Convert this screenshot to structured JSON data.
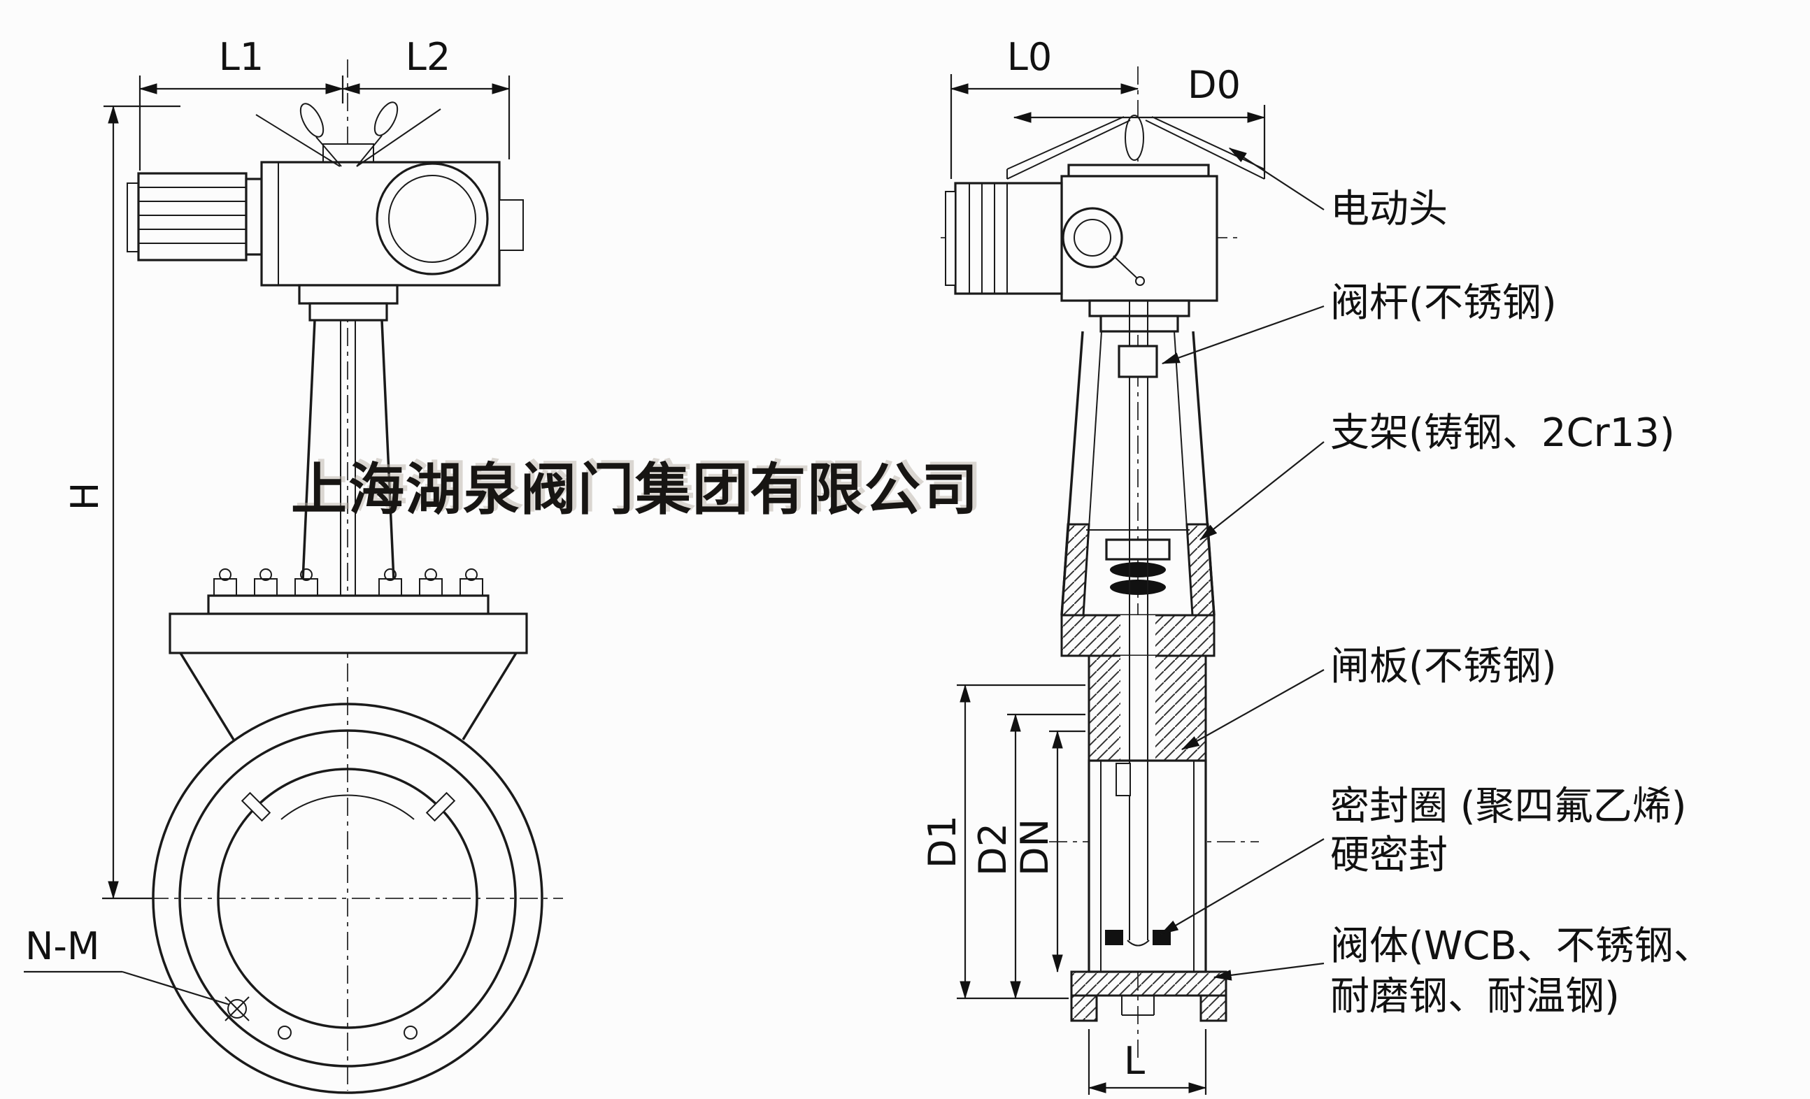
{
  "watermark": "上海湖泉阀门集团有限公司",
  "front_view": {
    "l1": "L1",
    "l2": "L2",
    "h": "H",
    "nm": "N-M"
  },
  "side_view": {
    "l0": "L0",
    "d0": "D0",
    "d1": "D1",
    "d2": "D2",
    "dn": "DN",
    "l": "L"
  },
  "annotations": [
    {
      "label": "电动头"
    },
    {
      "label": "阀杆(不锈钢)"
    },
    {
      "label": "支架(铸钢、2Cr13)"
    },
    {
      "label": "闸板(不锈钢)"
    },
    {
      "label": "密封圈 (聚四氟乙烯)",
      "label2": "硬密封"
    },
    {
      "label": "阀体(WCB、不锈钢、",
      "label2": "耐磨钢、耐温钢)"
    }
  ]
}
